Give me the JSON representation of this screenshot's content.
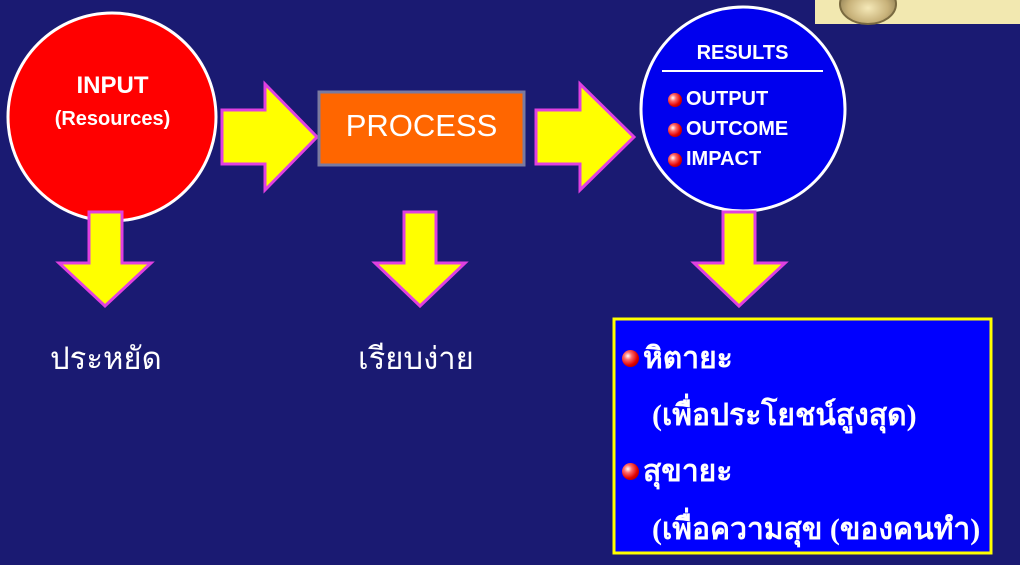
{
  "input": {
    "title": "INPUT",
    "subtitle": "(Resources)"
  },
  "process": {
    "label": "PROCESS"
  },
  "results": {
    "title": "RESULTS",
    "items": [
      "OUTPUT",
      "OUTCOME",
      "IMPACT"
    ]
  },
  "below": {
    "input_label": "ประหยัด",
    "process_label": "เรียบง่าย"
  },
  "results_box": {
    "item1_title": "หิตายะ",
    "item1_desc": "(เพื่อประโยชน์สูงสุด)",
    "item2_title": "สุขายะ",
    "item2_desc": "(เพื่อความสุข (ของคนทำ)"
  },
  "colors": {
    "background": "#1a1a72",
    "input_circle": "#ff0000",
    "process_box": "#ff6600",
    "results_circle": "#0000ee",
    "arrow_fill": "#ffff00",
    "arrow_stroke": "#e040e0",
    "results_box_border": "#ffff00"
  }
}
